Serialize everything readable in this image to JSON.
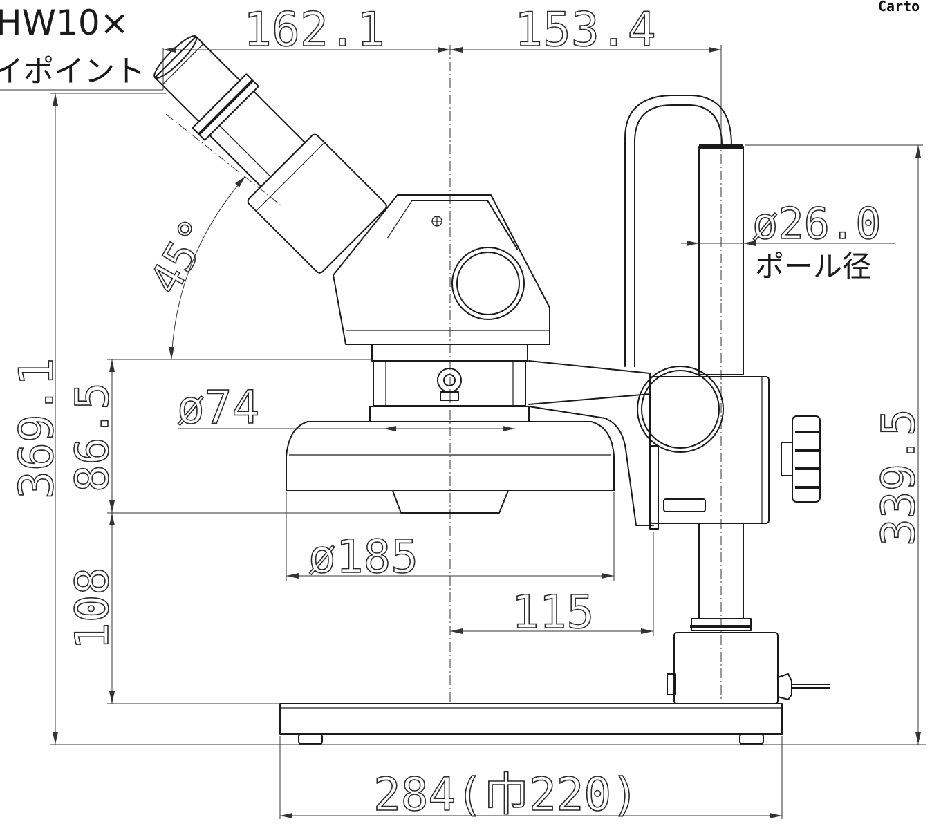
{
  "brand": "Carto",
  "notes": {
    "eyepiece": "HW10×",
    "eyepoint": "イポイント",
    "pole_diameter_label": "ポール径"
  },
  "dimensions": {
    "eyepiece_offset": "162.1",
    "pole_offset": "153.4",
    "total_height": "369.1",
    "pole_height": "339.5",
    "pole_diameter": "ø26.0",
    "angle": "45°",
    "head_height": "86.5",
    "ring_diameter": "ø74",
    "light_diameter": "ø185",
    "working_height": "108",
    "pole_to_center": "115",
    "base_size": "284(巾220)"
  }
}
